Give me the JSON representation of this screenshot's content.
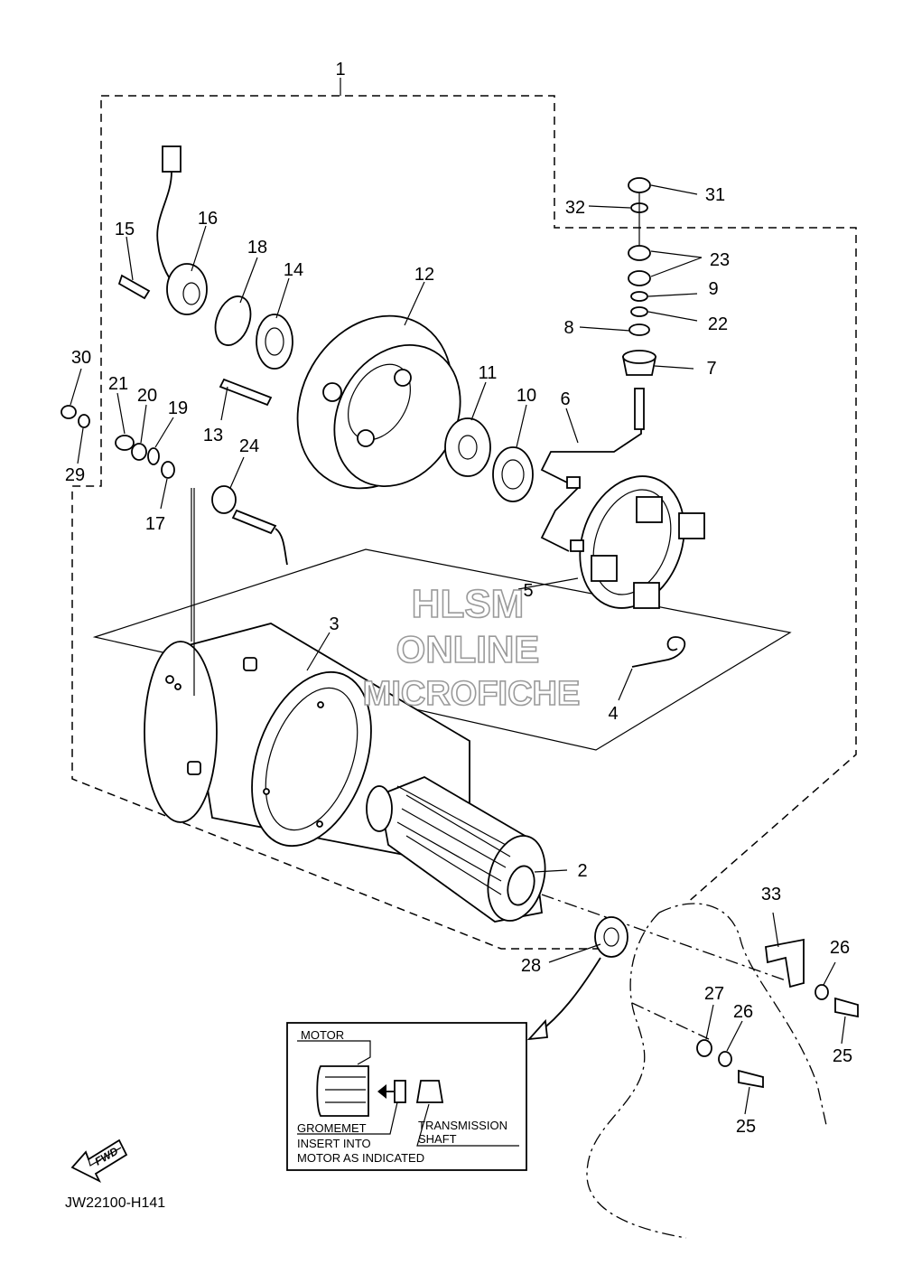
{
  "diagram": {
    "labels": [
      "1",
      "2",
      "3",
      "4",
      "5",
      "6",
      "7",
      "8",
      "9",
      "10",
      "11",
      "12",
      "13",
      "14",
      "15",
      "16",
      "17",
      "18",
      "19",
      "20",
      "21",
      "22",
      "23",
      "24",
      "25",
      "25",
      "26",
      "26",
      "27",
      "28",
      "29",
      "30",
      "31",
      "32",
      "33"
    ],
    "inset": {
      "motor_label": "MOTOR",
      "gromemet_label": "GROMEMET",
      "instruction_line1": "INSERT INTO",
      "instruction_line2": "MOTOR AS INDICATED",
      "shaft_line1": "TRANSMISSION",
      "shaft_line2": "SHAFT"
    },
    "fwd_label": "FWD",
    "drawing_code": "JW22100-H141",
    "watermark": [
      "HLSM",
      "ONLINE",
      "MICROFICHE"
    ]
  }
}
